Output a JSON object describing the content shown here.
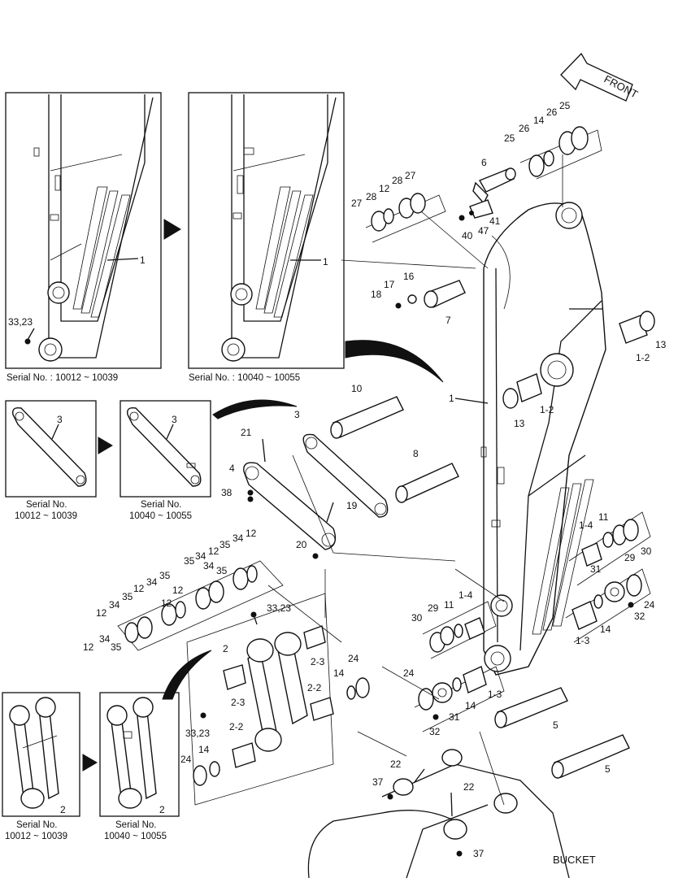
{
  "front_label": "FRONT",
  "bucket_label": "BUCKET",
  "insets": {
    "arm_a_serial": "Serial No. : 10012 ~ 10039",
    "arm_b_serial": "Serial No. : 10040 ~ 10055",
    "link_a_serial_line1": "Serial No.",
    "link_a_serial_line2": "10012 ~ 10039",
    "link_b_serial_line1": "Serial No.",
    "link_b_serial_line2": "10040 ~ 10055",
    "rod_a_serial_line1": "Serial No.",
    "rod_a_serial_line2": "10012 ~ 10039",
    "rod_b_serial_line1": "Serial No.",
    "rod_b_serial_line2": "10040 ~ 10055"
  },
  "callouts": {
    "c1_inset_a": "1",
    "c1_inset_b": "1",
    "c33_23_inset": "33,23",
    "c3_inset_a": "3",
    "c3_inset_b": "3",
    "c2_inset_a": "2",
    "c2_inset_b": "2",
    "c25a": "25",
    "c26a": "26",
    "c14a": "14",
    "c26b": "26",
    "c25b": "25",
    "c6": "6",
    "c27a": "27",
    "c28a": "28",
    "c12a": "12",
    "c28b": "28",
    "c27b": "27",
    "c40": "40",
    "c41": "41",
    "c47": "47",
    "c18": "18",
    "c17": "17",
    "c16": "16",
    "c7": "7",
    "c13a": "13",
    "c1_2a": "1-2",
    "c13b": "13",
    "c1_2b": "1-2",
    "c1_main": "1",
    "c10": "10",
    "c3_main": "3",
    "c21": "21",
    "c4": "4",
    "c8": "8",
    "c38": "38",
    "c19": "19",
    "c20": "20",
    "c12b": "12",
    "c34a": "34",
    "c35a": "35",
    "c12c": "12",
    "c34b": "34",
    "c35b": "35",
    "c12d": "12",
    "c35c": "35",
    "c34c": "34",
    "c12e": "12",
    "c35d": "35",
    "c34d": "34",
    "c12f": "12",
    "c34e": "34",
    "c35e": "35",
    "c12g": "12",
    "c34f": "34",
    "c35f": "35",
    "c12h": "12",
    "c1_4a": "1-4",
    "c11a": "11",
    "c29a": "29",
    "c30a": "30",
    "c31a": "31",
    "c24a": "24",
    "c32a": "32",
    "c14b": "14",
    "c1_3a": "1-3",
    "c30b": "30",
    "c29b": "29",
    "c11b": "11",
    "c1_4b": "1-4",
    "c33_23_main": "33,23",
    "c2_main": "2",
    "c2_3a": "2-3",
    "c2_3b": "2-3",
    "c2_2a": "2-2",
    "c2_2b": "2-2",
    "c24b": "24",
    "c14c": "14",
    "c24c": "24",
    "c14d": "14",
    "c1_3b": "1-3",
    "c31b": "31",
    "c32b": "32",
    "c5a": "5",
    "c5b": "5",
    "c33_23_low": "33,23",
    "c14e": "14",
    "c24d": "24",
    "c22a": "22",
    "c37a": "37",
    "c22b": "22",
    "c37b": "37"
  }
}
